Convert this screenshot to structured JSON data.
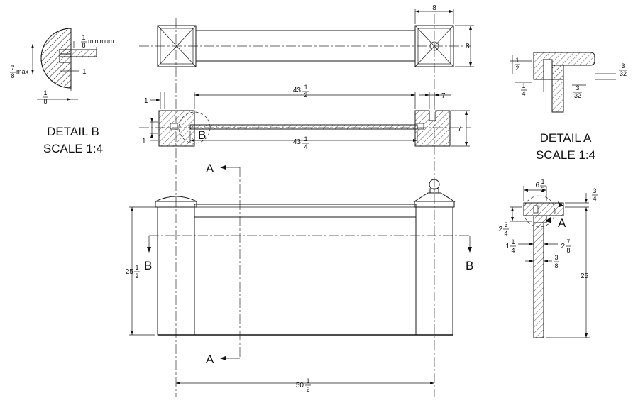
{
  "labels": {
    "detail_a_title": "DETAIL A",
    "detail_a_scale": "SCALE 1:4",
    "detail_b_title": "DETAIL B",
    "detail_b_scale": "SCALE 1:4",
    "section_a": "A",
    "section_b": "B"
  },
  "top_view": {
    "post_width": "8",
    "post_depth": "8"
  },
  "section_view": {
    "inner_length_whole": "43",
    "inner_length_frac_num": "1",
    "inner_length_frac_den": "2",
    "panel_length_whole": "43",
    "panel_length_frac_num": "1",
    "panel_length_frac_den": "4",
    "post_height": "7",
    "post_offset": "7",
    "left_notch": "1",
    "left_bottom": "1"
  },
  "front_view": {
    "height_whole": "25",
    "height_frac_num": "1",
    "height_frac_den": "2",
    "width_whole": "50",
    "width_frac_num": "1",
    "width_frac_den": "2"
  },
  "side_view": {
    "top_whole": "6",
    "top_frac_num": "1",
    "top_frac_den": "2",
    "cap_num": "3",
    "cap_den": "4",
    "left_whole": "2",
    "left_num": "3",
    "left_den": "4",
    "bot_whole": "1",
    "bot_num": "1",
    "bot_den": "4",
    "right_whole": "2",
    "right_num": "7",
    "right_den": "8",
    "panel_num": "3",
    "panel_den": "8",
    "height": "25"
  },
  "detail_a": {
    "top_num": "1",
    "top_den": "2",
    "right_num": "3",
    "right_den": "32",
    "bottom_num": "3",
    "bottom_den": "32",
    "left_num": "1",
    "left_den": "4"
  },
  "detail_b": {
    "top_num": "1",
    "top_den": "8",
    "minimum": "minimum",
    "max_num": "7",
    "max_den": "8",
    "max_word": "max",
    "mid": "1",
    "bottom_num": "1",
    "bottom_den": "8"
  }
}
